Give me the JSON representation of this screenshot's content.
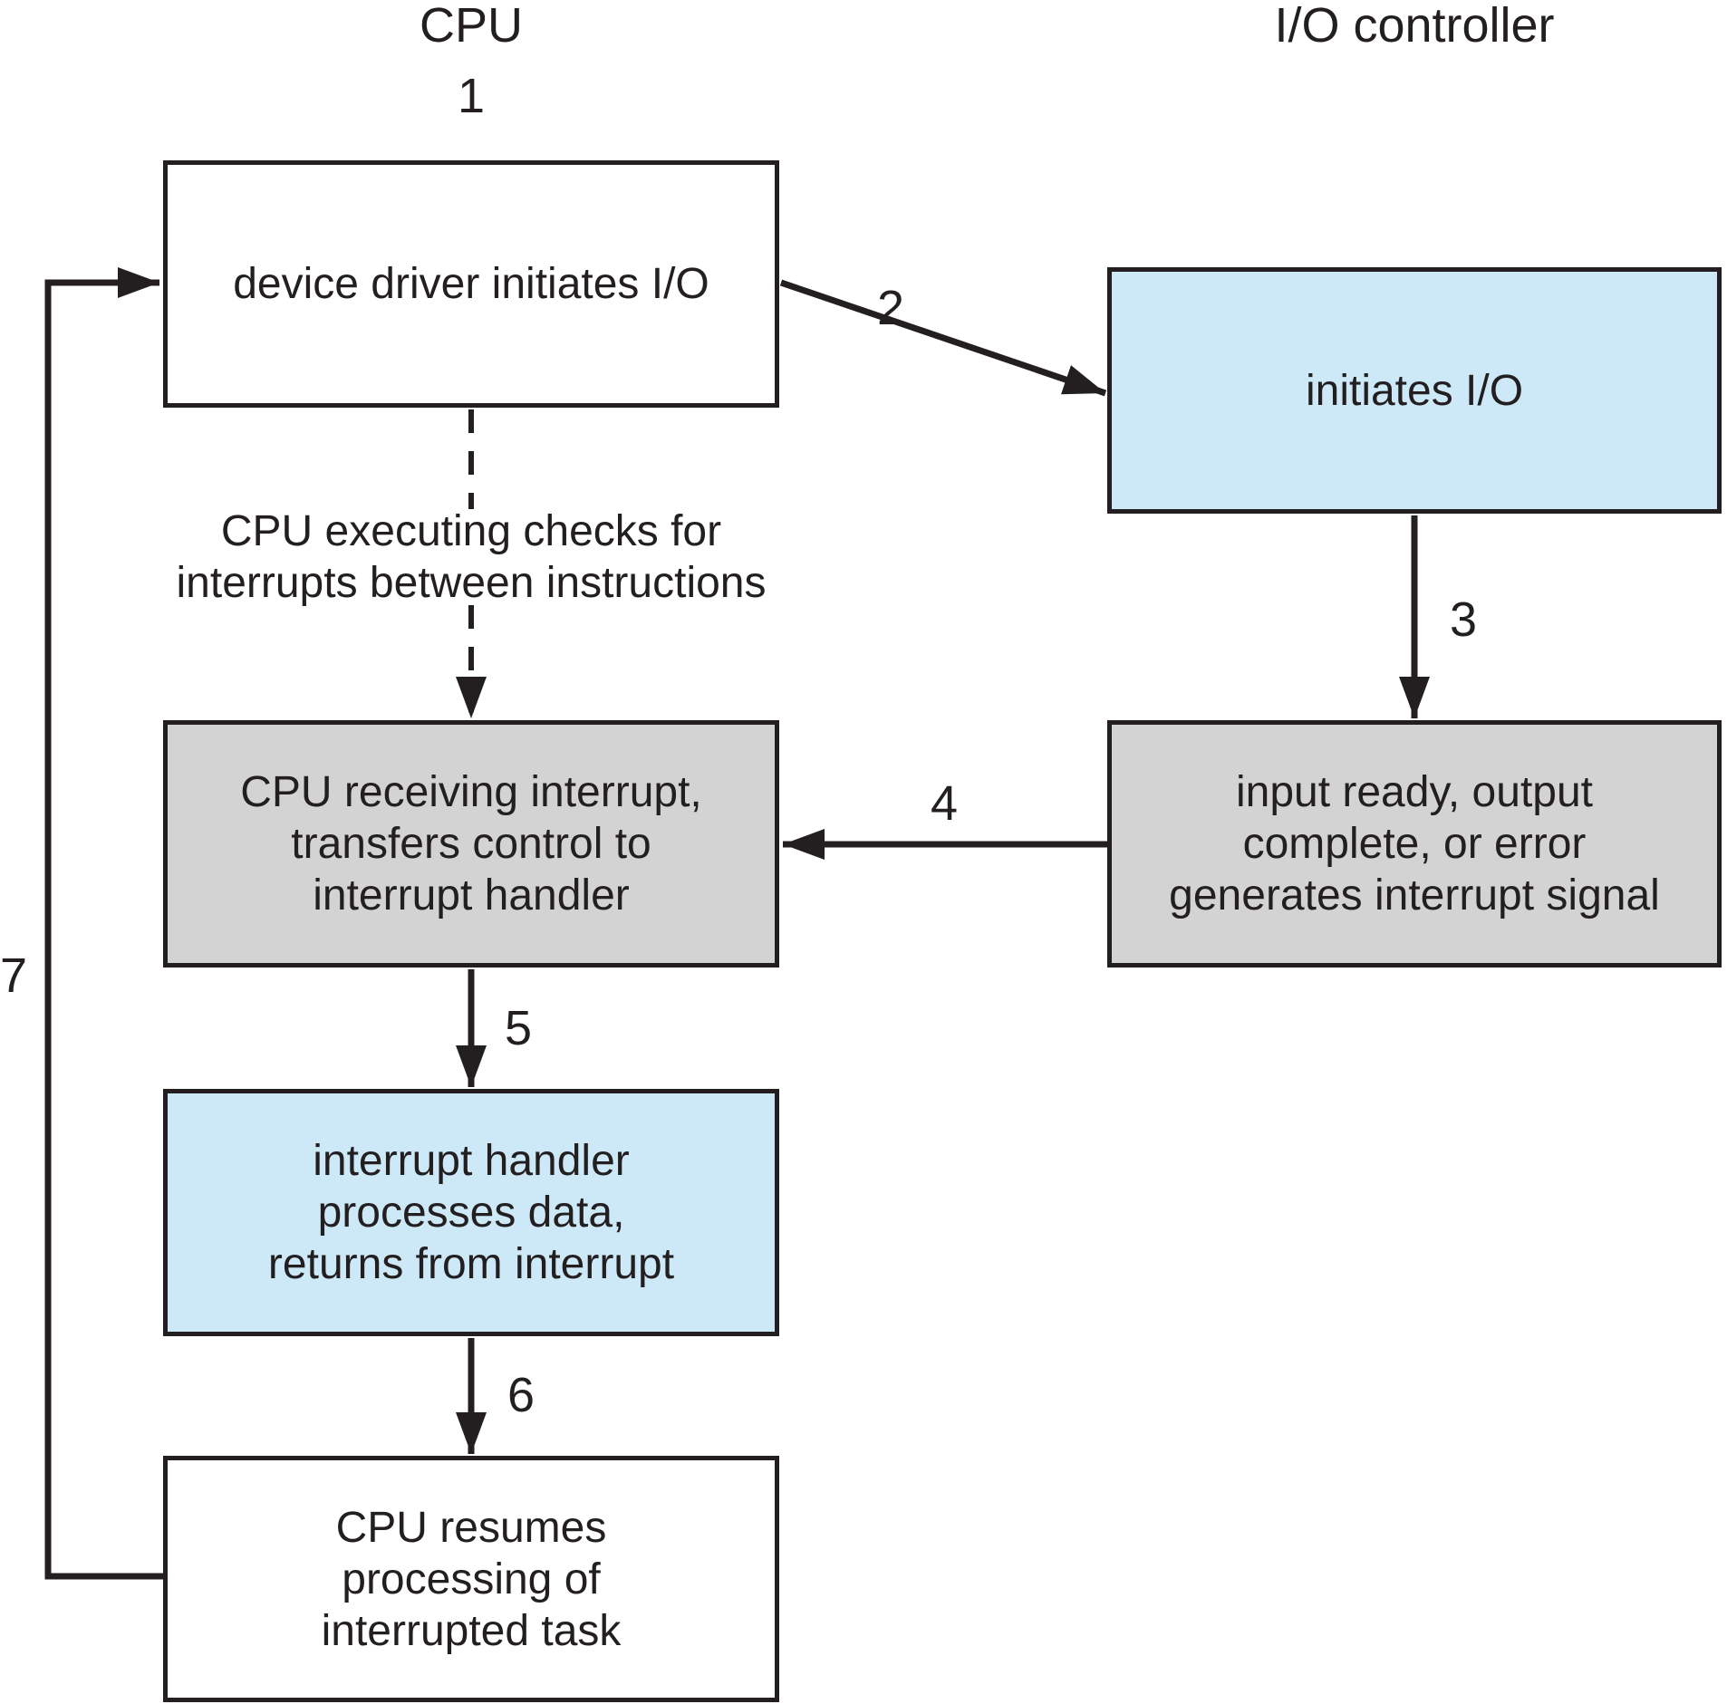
{
  "titles": {
    "cpu": "CPU",
    "io_controller": "I/O controller"
  },
  "steps": {
    "s1": "1",
    "s2": "2",
    "s3": "3",
    "s4": "4",
    "s5": "5",
    "s6": "6",
    "s7": "7"
  },
  "boxes": {
    "device_driver": {
      "text": "device driver initiates I/O",
      "fill": "#ffffff"
    },
    "initiates_io": {
      "text": "initiates I/O",
      "fill": "#cde9f8"
    },
    "cpu_receiving": {
      "text": "CPU receiving interrupt,\ntransfers control to\ninterrupt handler",
      "fill": "#d3d3d4"
    },
    "input_ready": {
      "text": "input ready, output\ncomplete, or error\ngenerates interrupt signal",
      "fill": "#d3d3d4"
    },
    "interrupt_handler": {
      "text": "interrupt handler\nprocesses data,\nreturns from interrupt",
      "fill": "#cde9f8"
    },
    "cpu_resumes": {
      "text": "CPU resumes\nprocessing of\ninterrupted task",
      "fill": "#ffffff"
    }
  },
  "annotation": "CPU executing checks for\ninterrupts between instructions",
  "colors": {
    "box_blue": "#cde9f8",
    "box_gray": "#d3d3d4",
    "outline": "#231f20",
    "background": "#ffffff"
  }
}
